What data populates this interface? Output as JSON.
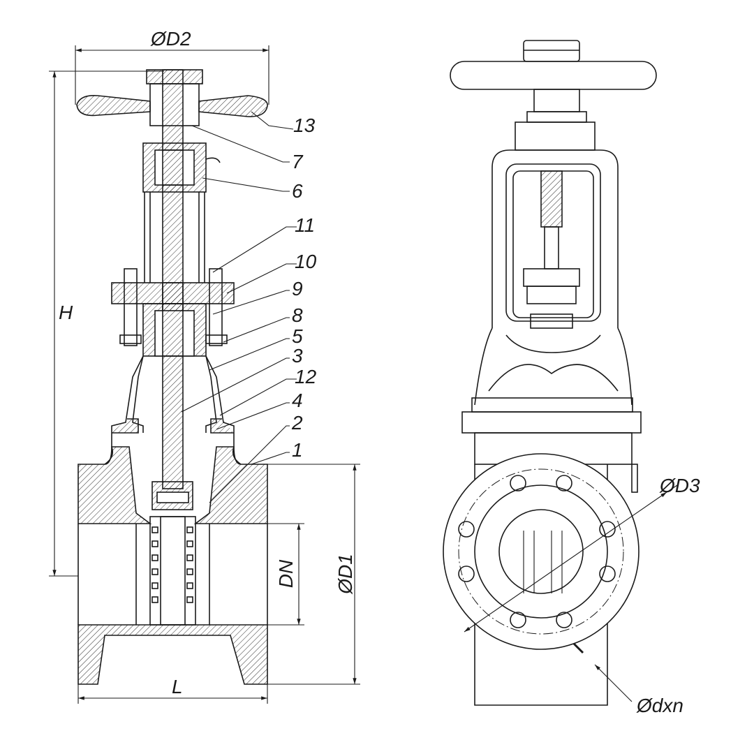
{
  "drawing": {
    "title": "Gate valve sectional and front view",
    "part_numbers": [
      "13",
      "7",
      "6",
      "11",
      "10",
      "9",
      "8",
      "5",
      "3",
      "12",
      "4",
      "2",
      "1"
    ],
    "dimensions": {
      "wheel_diameter": "ØD2",
      "height": "H",
      "nominal_diameter": "DN",
      "flange_diameter": "ØD1",
      "length": "L",
      "bolt_circle_diameter": "ØD3",
      "bolt_holes": "Ødxn"
    },
    "colors": {
      "line": "#1a1a1a",
      "background": "#ffffff"
    }
  }
}
